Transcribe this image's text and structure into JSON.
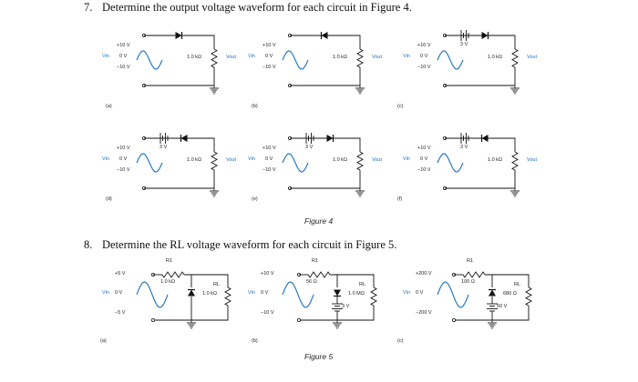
{
  "q7": {
    "number": "7.",
    "text": "Determine the output voltage waveform for each circuit in Figure 4.",
    "figure_caption": "Figure 4",
    "panels": [
      {
        "letter": "(a)",
        "pos_v": "+10 V",
        "zero_v": "0 V",
        "neg_v": "−10 V",
        "vin": "Vin",
        "res": "1.0 kΩ",
        "vout": "Vout",
        "diode": "series-right",
        "bias": ""
      },
      {
        "letter": "(b)",
        "pos_v": "+10 V",
        "zero_v": "0 V",
        "neg_v": "−10 V",
        "vin": "Vin",
        "res": "1.0 kΩ",
        "vout": "Vout",
        "diode": "series-left",
        "bias": ""
      },
      {
        "letter": "(c)",
        "pos_v": "+10 V",
        "zero_v": "0 V",
        "neg_v": "−10 V",
        "vin": "Vin",
        "res": "1.0 kΩ",
        "vout": "Vout",
        "diode": "series-right",
        "bias": "3 V"
      },
      {
        "letter": "(d)",
        "pos_v": "+10 V",
        "zero_v": "0 V",
        "neg_v": "−10 V",
        "vin": "Vin",
        "res": "1.0 kΩ",
        "vout": "Vout",
        "diode": "series-left",
        "bias": "3 V"
      },
      {
        "letter": "(e)",
        "pos_v": "+10 V",
        "zero_v": "0 V",
        "neg_v": "−10 V",
        "vin": "Vin",
        "res": "1.0 kΩ",
        "vout": "Vout",
        "diode": "series-right",
        "bias": "3 V"
      },
      {
        "letter": "(f)",
        "pos_v": "+10 V",
        "zero_v": "0 V",
        "neg_v": "−10 V",
        "vin": "Vin",
        "res": "1.0 kΩ",
        "vout": "Vout",
        "diode": "series-left",
        "bias": "3 V"
      }
    ]
  },
  "q8": {
    "number": "8.",
    "text": "Determine the RL voltage waveform for each circuit in Figure 5.",
    "figure_caption": "Figure 5",
    "panels": [
      {
        "letter": "(a)",
        "pos_v": "+5 V",
        "zero_v": "0 V",
        "neg_v": "−5 V",
        "vin": "Vin",
        "r1": "R1",
        "r1_val": "1.0 kΩ",
        "rl": "RL",
        "rl_val": "1.0 kΩ",
        "bias": ""
      },
      {
        "letter": "(b)",
        "pos_v": "+10 V",
        "zero_v": "0 V",
        "neg_v": "−10 V",
        "vin": "Vin",
        "r1": "R1",
        "r1_val": "56 Ω",
        "rl": "RL",
        "rl_val": "1.0 MΩ",
        "bias": "3 V"
      },
      {
        "letter": "(c)",
        "pos_v": "+200 V",
        "zero_v": "0 V",
        "neg_v": "−200 V",
        "vin": "Vin",
        "r1": "R1",
        "r1_val": "100 Ω",
        "rl": "RL",
        "rl_val": "680 Ω",
        "bias": "50 V"
      }
    ]
  }
}
